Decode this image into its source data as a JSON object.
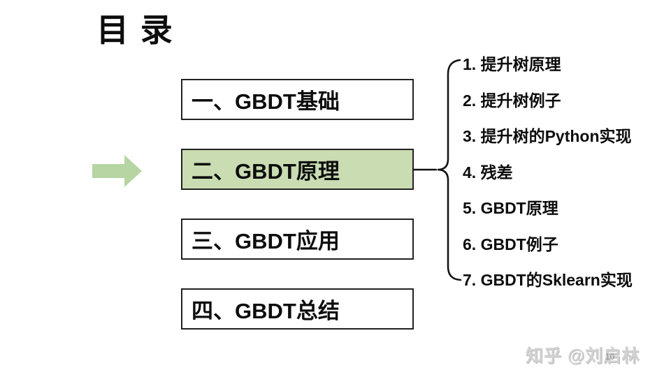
{
  "slide": {
    "title": "目 录",
    "page_number": "10",
    "watermark": "知乎 @刘启林"
  },
  "toc": {
    "items": [
      {
        "label": "一、GBDT基础",
        "highlighted": false
      },
      {
        "label": "二、GBDT原理",
        "highlighted": true
      },
      {
        "label": "三、GBDT应用",
        "highlighted": false
      },
      {
        "label": "四、GBDT总结",
        "highlighted": false
      }
    ]
  },
  "subtopics": {
    "items": [
      {
        "label": "1. 提升树原理"
      },
      {
        "label": "2. 提升树例子"
      },
      {
        "label": "3. 提升树的Python实现"
      },
      {
        "label": "4. 残差"
      },
      {
        "label": "5. GBDT原理"
      },
      {
        "label": "6. GBDT例子"
      },
      {
        "label": "7. GBDT的Sklearn实现"
      }
    ]
  },
  "icons": {
    "arrow": "right-block-arrow",
    "brace": "left-pointing-curly-brace"
  },
  "colors": {
    "highlight_box_fill": "#c9dcb2",
    "arrow_fill": "#b6d5a3",
    "box_border": "#222222",
    "text": "#0d0d0d",
    "watermark_gray": "#d2d2d2",
    "page_number_gray": "#8f8f8f",
    "background": "#ffffff"
  }
}
